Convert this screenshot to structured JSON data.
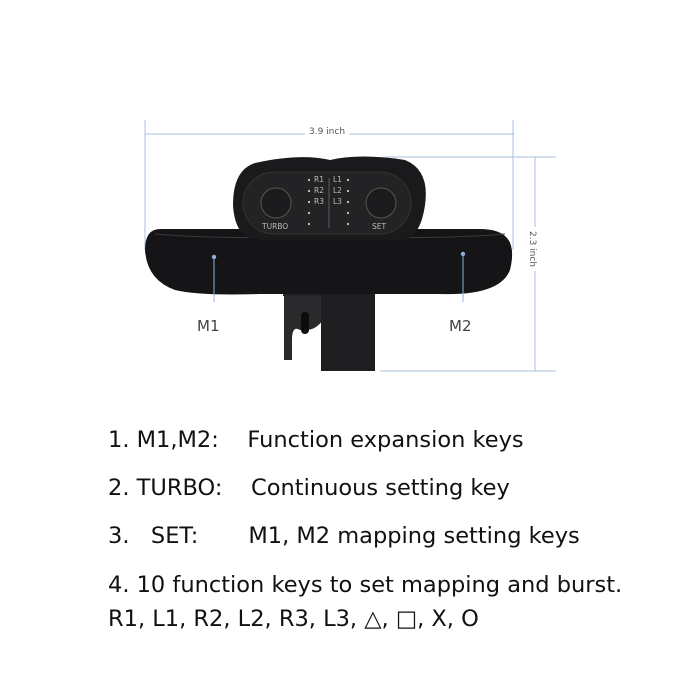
{
  "dimensions": {
    "width_label": "3.9 inch",
    "height_label": "2.3 inch"
  },
  "device": {
    "turbo_label": "TURBO",
    "set_label": "SET",
    "led_labels_right": [
      "R1",
      "R2",
      "R3"
    ],
    "led_labels_left": [
      "L1",
      "L2",
      "L3"
    ],
    "m1_label": "M1",
    "m2_label": "M2"
  },
  "features": [
    "1. M1,M2:    Function expansion keys",
    "2. TURBO:    Continuous setting key",
    "3.   SET:       M1, M2 mapping setting keys",
    "4. 10 function keys to set mapping and burst.",
    "R1, L1, R2, L2, R3, L3, △, □, X, O"
  ],
  "colors": {
    "dimension_line": "#a9c0dc",
    "device": "#1c1c1e"
  }
}
